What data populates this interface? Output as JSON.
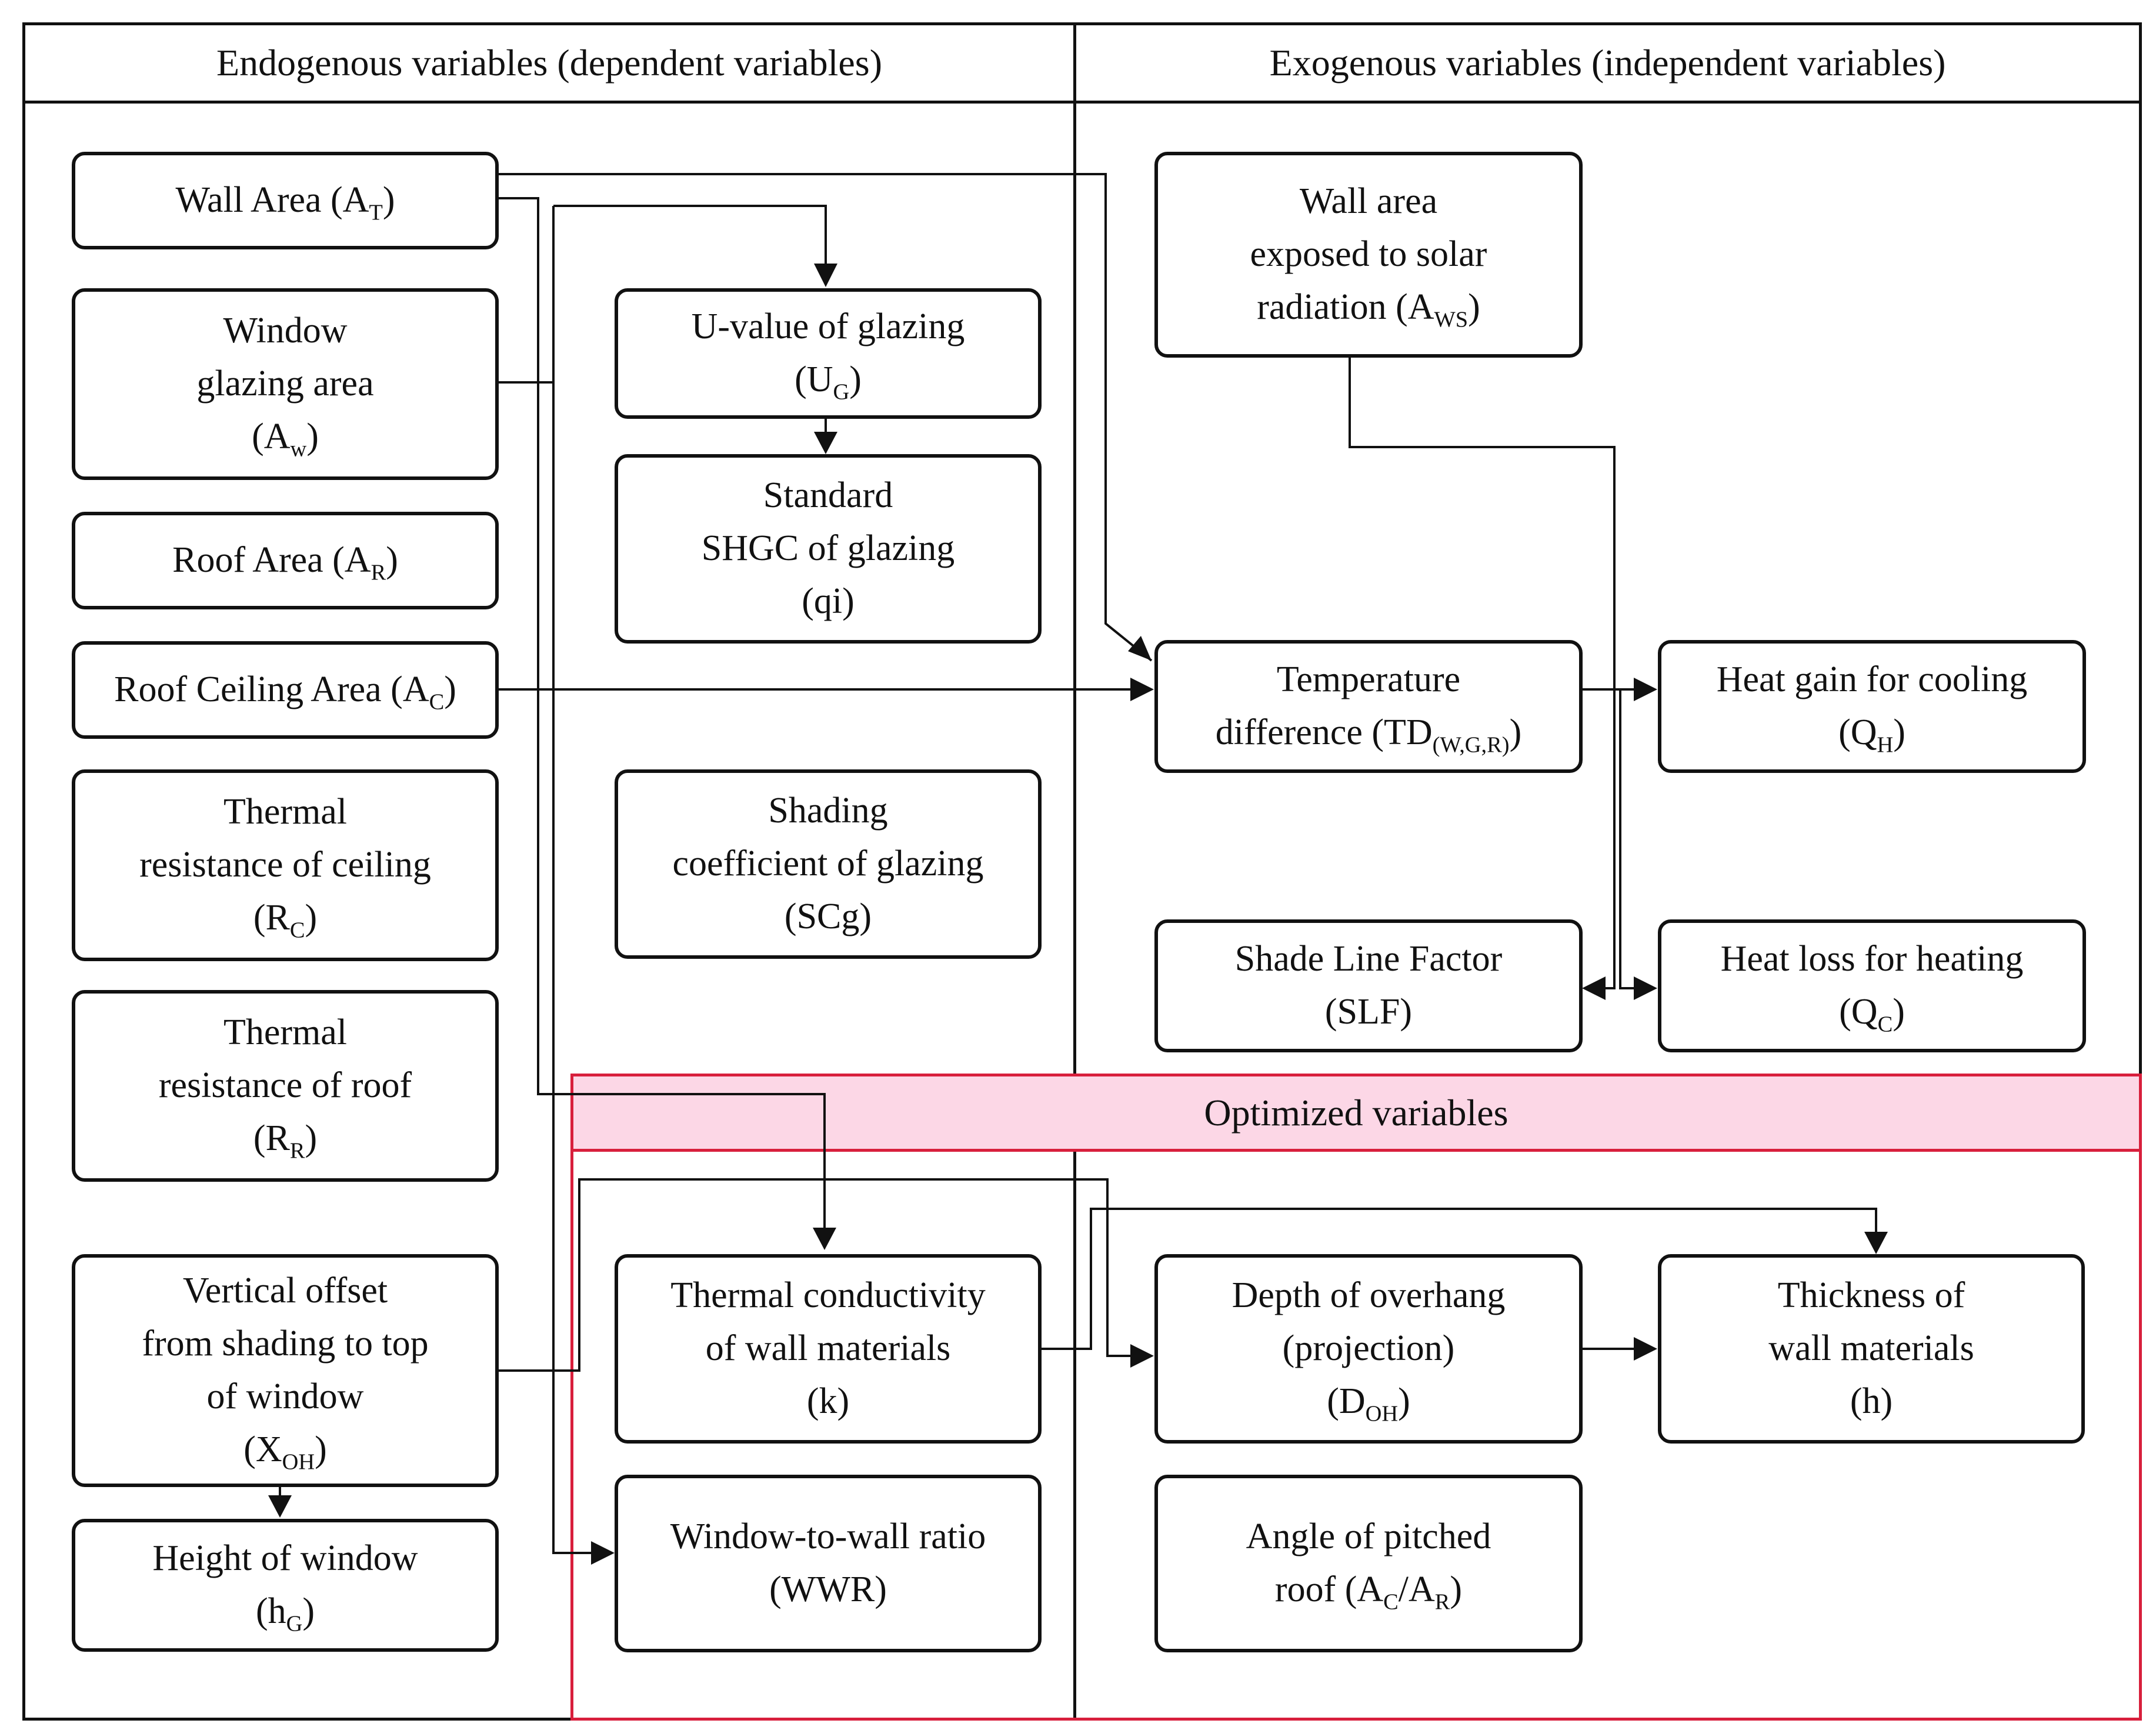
{
  "headers": {
    "endogenous": "Endogenous variables (dependent variables)",
    "exogenous": "Exogenous variables (independent variables)",
    "optimized": "Optimized variables"
  },
  "boxes": {
    "wall_area": {
      "text": "Wall Area (A",
      "sub": "T",
      "tail": ")"
    },
    "window_glazing_area": {
      "l1": "Window",
      "l2": "glazing area",
      "l3": "(A",
      "sub": "w",
      "tail": ")"
    },
    "roof_area": {
      "text": "Roof Area (A",
      "sub": "R",
      "tail": ")"
    },
    "roof_ceiling_area": {
      "text": "Roof Ceiling Area (A",
      "sub": "C",
      "tail": ")"
    },
    "thermal_resistance_ceiling": {
      "l1": "Thermal",
      "l2": "resistance of ceiling",
      "l3": "(R",
      "sub": "C",
      "tail": ")"
    },
    "thermal_resistance_roof": {
      "l1": "Thermal",
      "l2": "resistance of roof",
      "l3": "(R",
      "sub": "R",
      "tail": ")"
    },
    "vertical_offset": {
      "l1": "Vertical offset",
      "l2": "from shading to top",
      "l3": "of window",
      "l4": "(X",
      "sub": "OH",
      "tail": ")"
    },
    "height_of_window": {
      "l1": "Height of window",
      "l2": "(h",
      "sub": "G",
      "tail": ")"
    },
    "u_value": {
      "l1": "U-value of glazing",
      "l2": "(U",
      "sub": "G",
      "tail": ")"
    },
    "standard_shgc": {
      "l1": "Standard",
      "l2": "SHGC of glazing",
      "l3": "(qi)"
    },
    "shading_coefficient": {
      "l1": "Shading",
      "l2": "coefficient of glazing",
      "l3": "(SCg)"
    },
    "thermal_conductivity": {
      "l1": "Thermal conductivity",
      "l2": "of wall materials",
      "l3": "(k)"
    },
    "wwr": {
      "l1": "Window-to-wall ratio",
      "l2": "(WWR)"
    },
    "wall_area_solar": {
      "l1": "Wall area",
      "l2": "exposed to solar",
      "l3": "radiation (A",
      "sub": "WS",
      "tail": ")"
    },
    "temperature_difference": {
      "l1": "Temperature",
      "l2": "difference (TD",
      "sub": "(W,G,R)",
      "tail": ")"
    },
    "heat_gain": {
      "l1": "Heat gain for cooling",
      "l2": "(Q",
      "sub": "H",
      "tail": ")"
    },
    "shade_line_factor": {
      "l1": "Shade Line Factor",
      "l2": "(SLF)"
    },
    "heat_loss": {
      "l1": "Heat loss for heating",
      "l2": "(Q",
      "sub": "C",
      "tail": ")"
    },
    "depth_overhang": {
      "l1": "Depth of overhang",
      "l2": "(projection)",
      "l3": "(D",
      "sub": "OH",
      "tail": ")"
    },
    "thickness_wall": {
      "l1": "Thickness of",
      "l2": "wall materials",
      "l3": "(h)"
    },
    "angle_pitched_roof": {
      "l1": "Angle of pitched",
      "l2": "roof (A",
      "sub": "C",
      "mid": "/A",
      "sub2": "R",
      "tail": ")"
    }
  },
  "colors": {
    "line": "#111111",
    "optimized_border": "#d81f3c",
    "optimized_fill": "#fcd7e6"
  }
}
